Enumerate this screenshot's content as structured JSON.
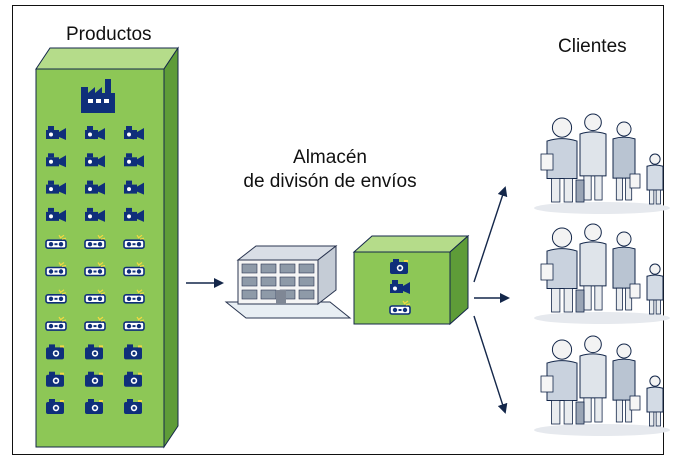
{
  "labels": {
    "productos": "Productos",
    "clientes": "Clientes",
    "almacen_line1": "Almacén",
    "almacen_line2": "de divisón de envíos"
  },
  "colors": {
    "box_front": "#8dc756",
    "box_top": "#b5dc8a",
    "box_side": "#5e9c38",
    "icon": "#0f2f7a",
    "outline": "#14274a",
    "arrow": "#14274a"
  },
  "icons": {
    "factory": "factory-icon",
    "camcorder": "camcorder-icon",
    "boombox": "boombox-icon",
    "camera": "camera-icon",
    "warehouse": "warehouse-building",
    "customers": "customer-group"
  },
  "products": {
    "grid_columns": 3,
    "rows": [
      "camcorder",
      "camcorder",
      "camcorder",
      "camcorder",
      "boombox",
      "boombox",
      "boombox",
      "boombox",
      "camera",
      "camera",
      "camera"
    ]
  },
  "shipment_box": {
    "items": [
      "camera",
      "camcorder",
      "boombox"
    ]
  },
  "customer_group_count": 3
}
